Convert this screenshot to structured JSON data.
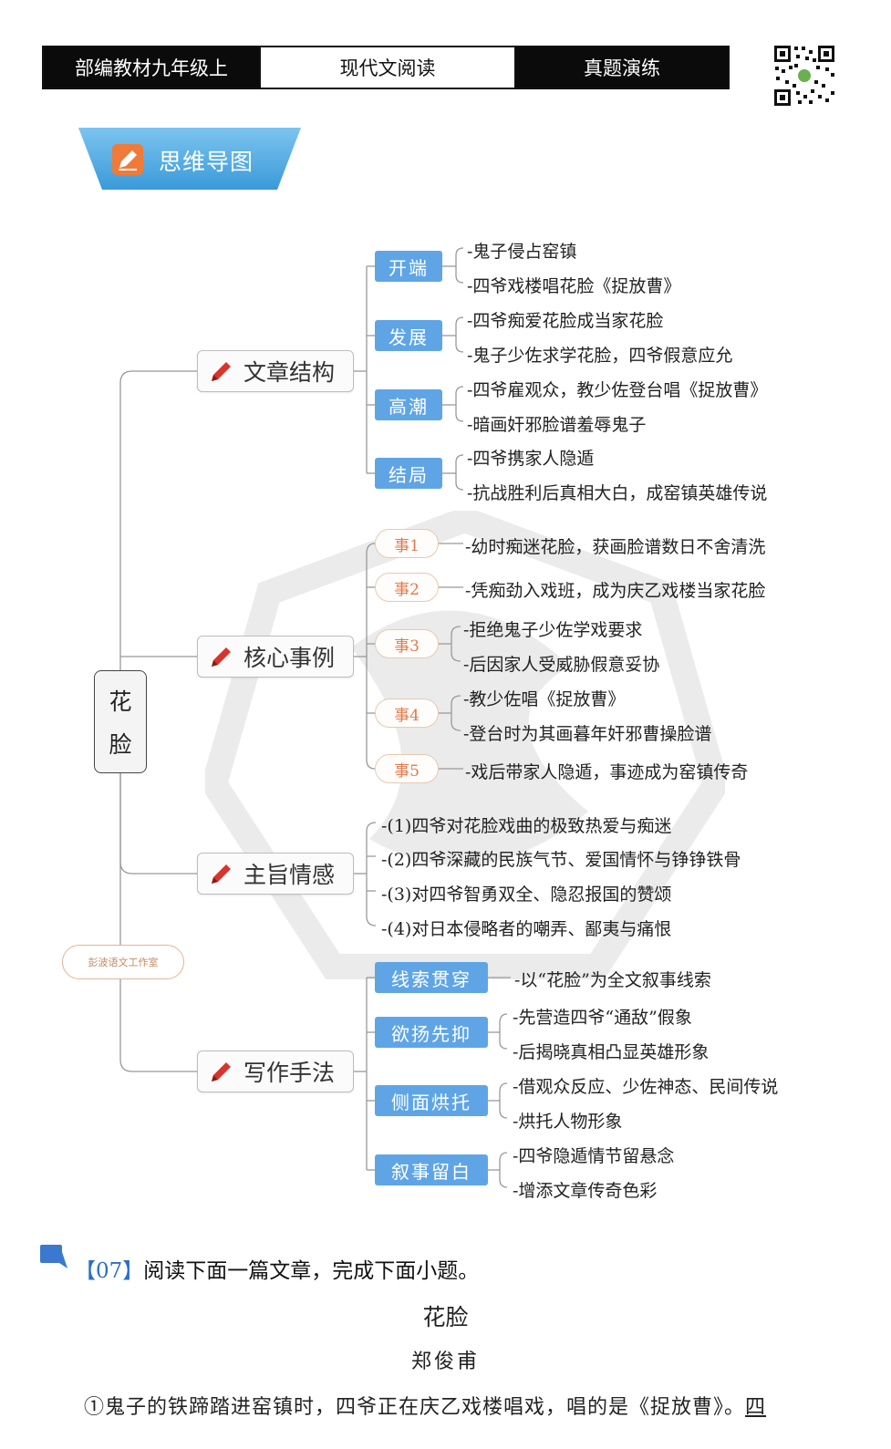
{
  "header": {
    "cell1": "部编教材九年级上",
    "cell2": "现代文阅读",
    "cell3": "真题演练"
  },
  "banner": {
    "label": "思维导图"
  },
  "mindmap": {
    "root": [
      "花",
      "脸"
    ],
    "branches": {
      "structure": "文章结构",
      "events": "核心事例",
      "theme": "主旨情感",
      "technique": "写作手法"
    },
    "structure_subs": [
      "开端",
      "发展",
      "高潮",
      "结局"
    ],
    "structure_leaves": [
      "-鬼子侵占窑镇",
      "-四爷戏楼唱花脸《捉放曹》",
      "-四爷痴爱花脸成当家花脸",
      "-鬼子少佐求学花脸，四爷假意应允",
      "-四爷雇观众，教少佐登台唱《捉放曹》",
      "-暗画奸邪脸谱羞辱鬼子",
      "-四爷携家人隐遁",
      "-抗战胜利后真相大白，成窑镇英雄传说"
    ],
    "event_subs": [
      "事1",
      "事2",
      "事3",
      "事4",
      "事5"
    ],
    "event_leaves": [
      "-幼时痴迷花脸，获画脸谱数日不舍清洗",
      "-凭痴劲入戏班，成为庆乙戏楼当家花脸",
      "-拒绝鬼子少佐学戏要求",
      "-后因家人受威胁假意妥协",
      "-教少佐唱《捉放曹》",
      "-登台时为其画暮年奸邪曹操脸谱",
      "-戏后带家人隐遁，事迹成为窑镇传奇"
    ],
    "theme_leaves": [
      "-(1)四爷对花脸戏曲的极致热爱与痴迷",
      "-(2)四爷深藏的民族气节、爱国情怀与铮铮铁骨",
      "-(3)对四爷智勇双全、隐忍报国的赞颂",
      "-(4)对日本侵略者的嘲弄、鄙夷与痛恨"
    ],
    "technique_subs": [
      "线索贯穿",
      "欲扬先抑",
      "侧面烘托",
      "叙事留白"
    ],
    "technique_leaves": [
      "-以“花脸”为全文叙事线索",
      "-先营造四爷“通敌”假象",
      "-后揭晓真相凸显英雄形象",
      "-借观众反应、少佐神态、民间传说",
      "-烘托人物形象",
      "-四爷隐遁情节留悬念",
      "-增添文章传奇色彩"
    ],
    "badge": "彭波语文工作室"
  },
  "question": {
    "number": "【07】",
    "prompt": "阅读下面一篇文章，完成下面小题。",
    "title": "花脸",
    "author": "郑俊甫",
    "para_start": "①鬼子的铁蹄踏进窑镇时，四爷正在庆乙戏楼唱戏，唱的是《捉放曹》。",
    "para_underlined": "四"
  },
  "colors": {
    "sub_blue": "#5fa5e6",
    "banner_blue": "#4aa8e3",
    "event_orange": "#e07a4a",
    "pen_red": "#d9342b",
    "question_blue": "#2b6fc6"
  }
}
